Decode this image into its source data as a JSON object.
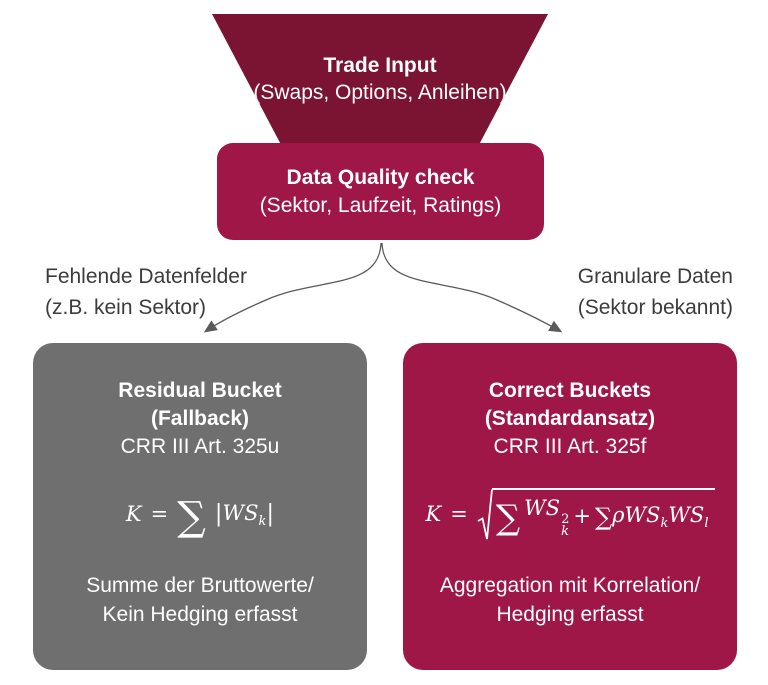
{
  "colors": {
    "funnel_fill": "#7a1432",
    "crimson_fill": "#9e1746",
    "gray_fill": "#6f6f6f",
    "arrow_stroke": "#5a5a5a",
    "label_text": "#3c3c3c",
    "box_text": "#ffffff"
  },
  "funnel": {
    "title": "Trade Input",
    "subtitle": "(Swaps, Options, Anleihen)"
  },
  "quality_check": {
    "title": "Data Quality check",
    "subtitle": "(Sektor, Laufzeit, Ratings)"
  },
  "branches": {
    "left_label_line1": "Fehlende Datenfelder",
    "left_label_line2": "(z.B. kein Sektor)",
    "right_label_line1": "Granulare Daten",
    "right_label_line2": "(Sektor bekannt)"
  },
  "left_box": {
    "title": "Residual Bucket",
    "subtitle": "(Fallback)",
    "reference": "CRR III Art. 325u",
    "formula": {
      "lhs": "K",
      "eq": "=",
      "sigma": "∑",
      "bar1": "|",
      "var1": "WS",
      "sub1": "k",
      "bar2": "|"
    },
    "caption_line1": "Summe der Bruttowerte/",
    "caption_line2": "Kein Hedging erfasst"
  },
  "right_box": {
    "title": "Correct Buckets",
    "subtitle": "(Standardansatz)",
    "reference": "CRR III Art. 325f",
    "formula": {
      "lhs": "K",
      "eq": "=",
      "sigma_big": "∑",
      "var1": "WS",
      "sup1": "2",
      "sub1": "k",
      "plus": "+",
      "sigma_small": "∑",
      "rho": "ρ",
      "var2": "WS",
      "sub2": "k",
      "var3": "WS",
      "sub3": "l"
    },
    "caption_line1": "Aggregation mit Korrelation/",
    "caption_line2": "Hedging erfasst"
  }
}
